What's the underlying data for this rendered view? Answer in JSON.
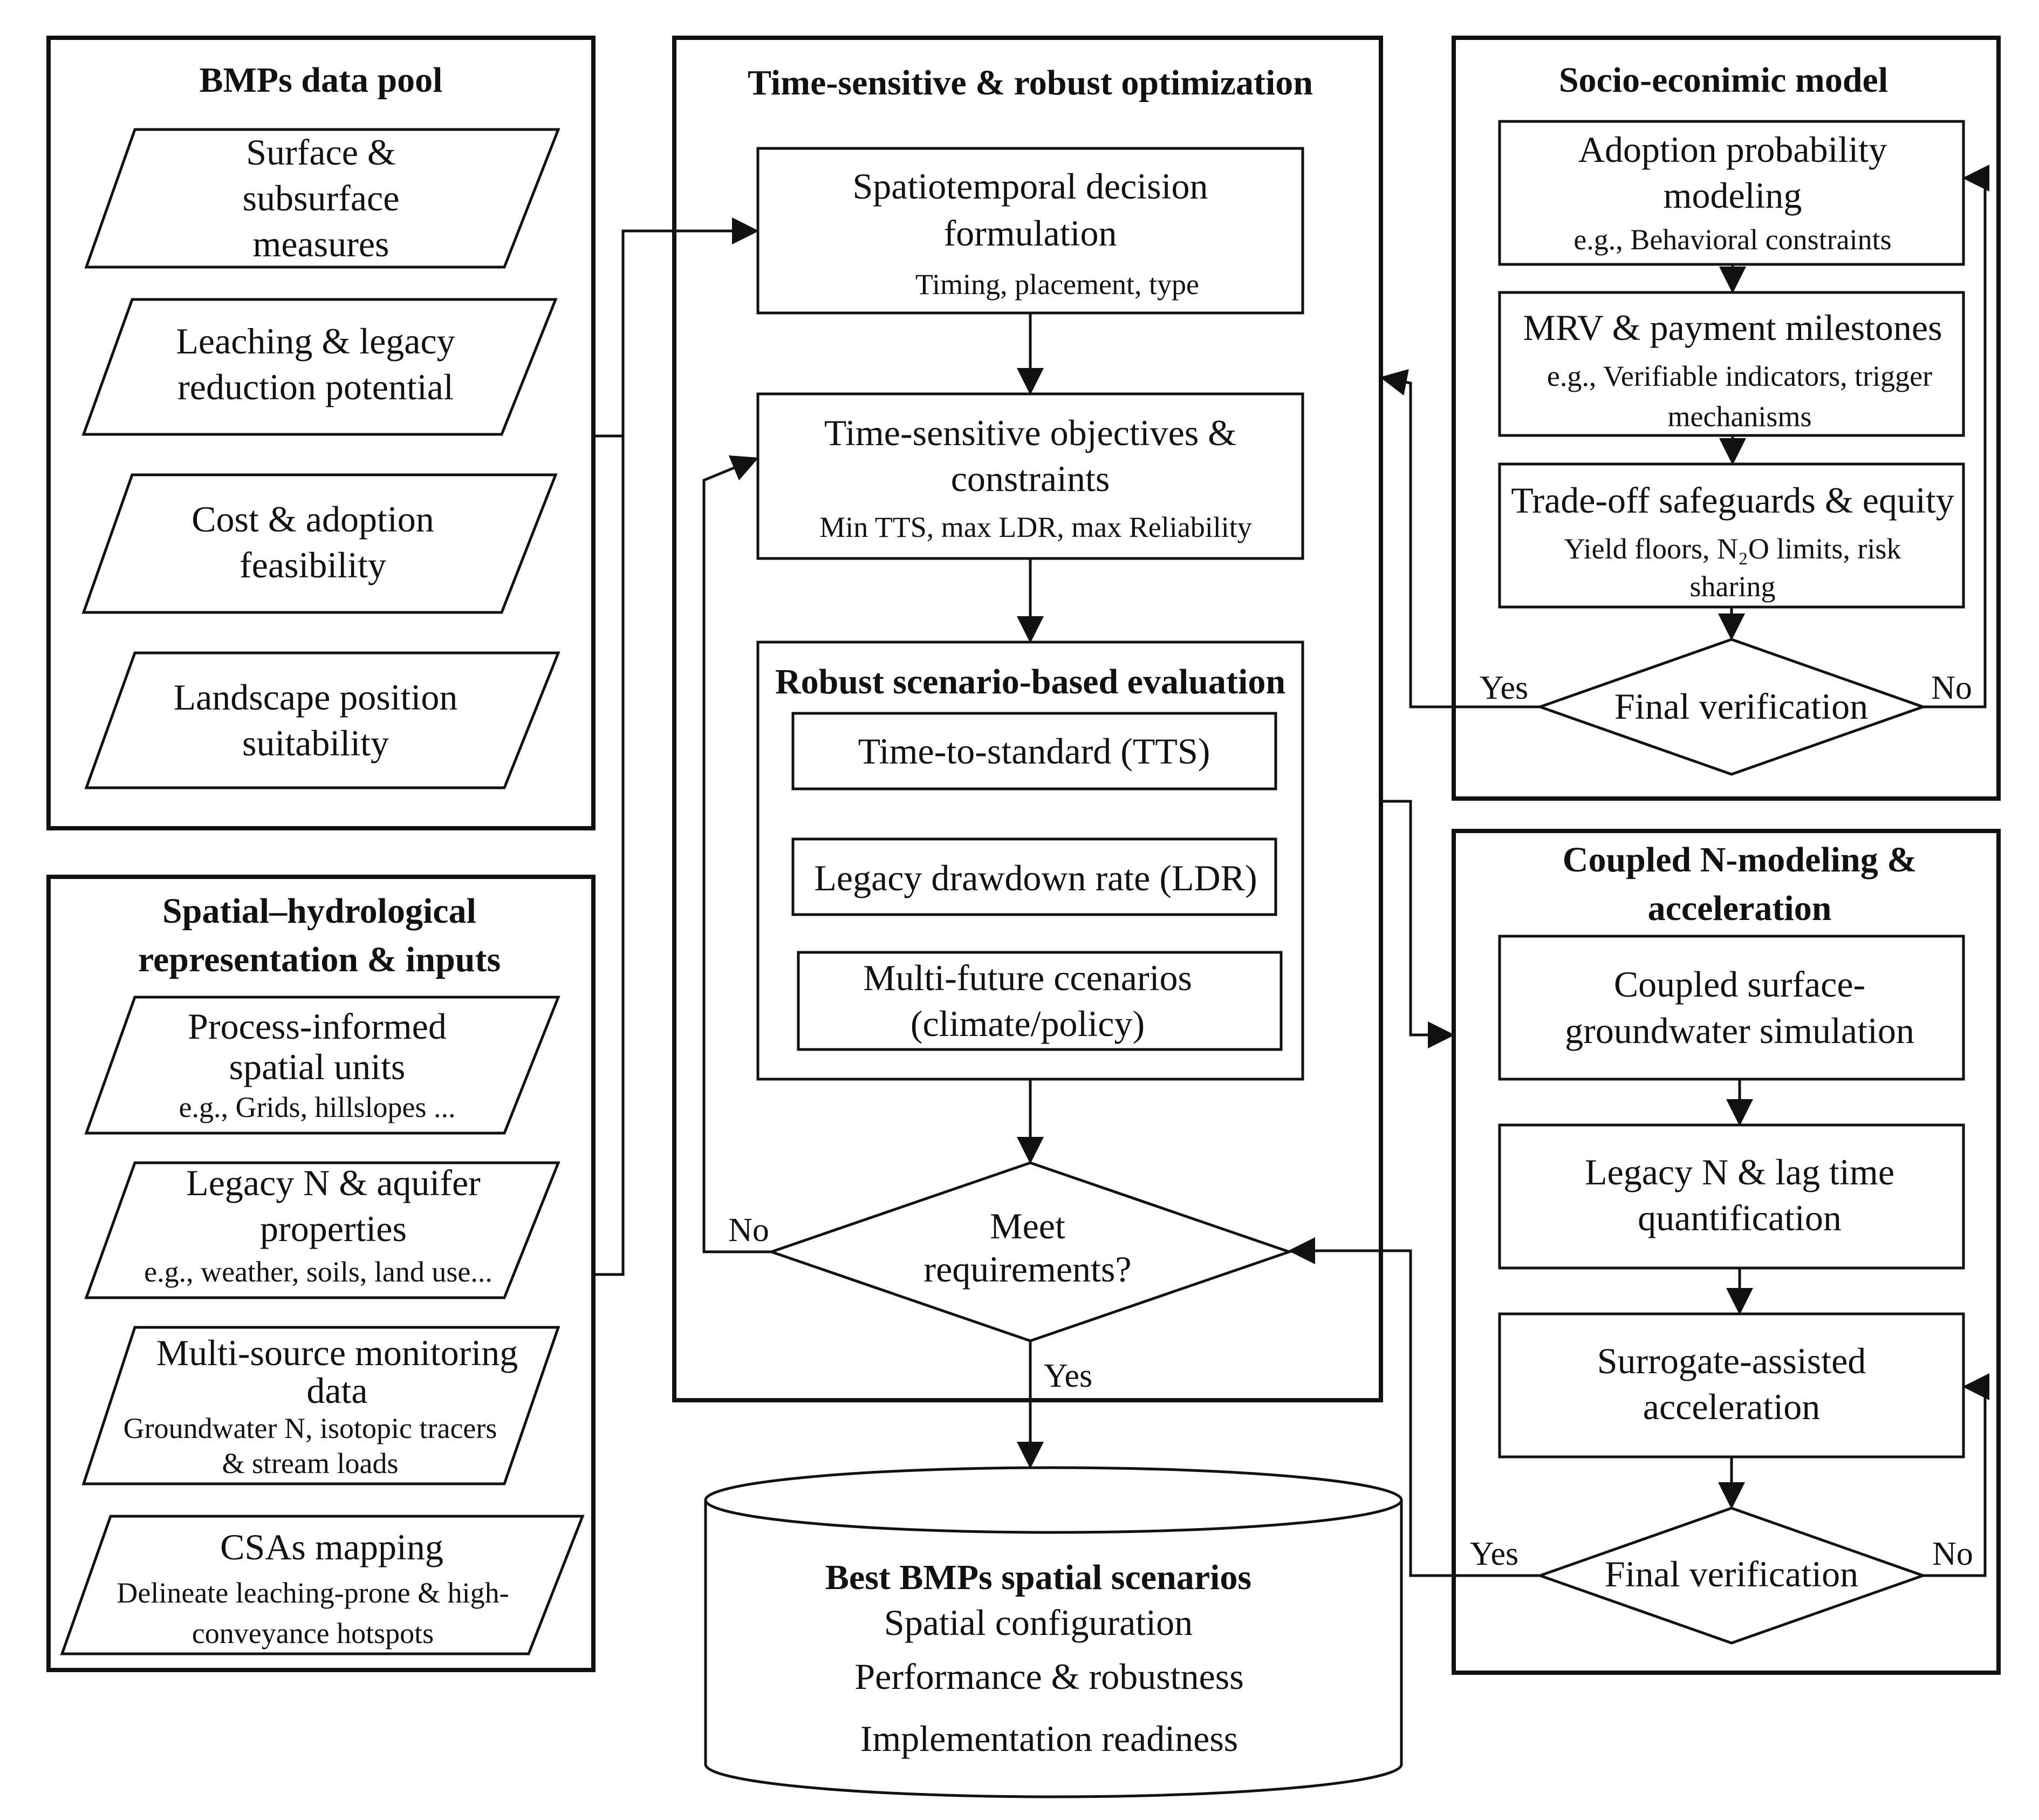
{
  "bmp_pool": {
    "title": "BMPs data pool",
    "items": [
      {
        "lines": [
          "Surface &",
          "subsurface",
          "measures"
        ],
        "sub": []
      },
      {
        "lines": [
          "Leaching & legacy",
          "reduction potential"
        ],
        "sub": []
      },
      {
        "lines": [
          "Cost & adoption",
          "feasibility"
        ],
        "sub": []
      },
      {
        "lines": [
          "Landscape position",
          "suitability"
        ],
        "sub": []
      }
    ]
  },
  "spatial": {
    "title": [
      "Spatial–hydrological",
      "representation & inputs"
    ],
    "items": [
      {
        "lines": [
          "Process-informed",
          "spatial units"
        ],
        "sub": [
          "e.g., Grids, hillslopes ..."
        ]
      },
      {
        "lines": [
          "Legacy N & aquifer",
          "properties"
        ],
        "sub": [
          "e.g., weather, soils, land use..."
        ]
      },
      {
        "lines": [
          "Multi-source monitoring",
          "data"
        ],
        "sub": [
          "Groundwater N, isotopic tracers",
          "& stream loads"
        ]
      },
      {
        "lines": [
          "CSAs mapping"
        ],
        "sub": [
          "Delineate leaching-prone & high-",
          "conveyance hotspots"
        ]
      }
    ]
  },
  "optimization": {
    "title": "Time-sensitive & robust optimization",
    "decision": {
      "lines": [
        "Spatiotemporal decision",
        "formulation"
      ],
      "sub": [
        "Timing, placement, type"
      ]
    },
    "objectives": {
      "lines": [
        "Time-sensitive objectives &",
        "constraints"
      ],
      "sub": [
        "Min TTS, max LDR, max Reliability"
      ]
    },
    "robust": {
      "title": "Robust scenario-based evaluation",
      "items": [
        {
          "lines": [
            "Time-to-standard (TTS)"
          ]
        },
        {
          "lines": [
            "Legacy drawdown rate (LDR)"
          ]
        },
        {
          "lines": [
            "Multi-future ccenarios",
            "(climate/policy)"
          ]
        }
      ]
    },
    "decision_node": {
      "lines": [
        "Meet",
        "requirements?"
      ],
      "yes": "Yes",
      "no": "No"
    }
  },
  "socio": {
    "title": "Socio-econimic model",
    "items": [
      {
        "lines": [
          "Adoption probability",
          "modeling"
        ],
        "sub": [
          "e.g., Behavioral constraints"
        ]
      },
      {
        "lines": [
          "MRV & payment milestones"
        ],
        "sub": [
          "e.g., Verifiable indicators, trigger",
          "mechanisms"
        ]
      },
      {
        "lines": [
          "Trade-off safeguards & equity"
        ],
        "sub": [
          "Yield floors, N₂O limits, risk",
          "sharing"
        ]
      }
    ],
    "verify": {
      "label": "Final verification",
      "yes": "Yes",
      "no": "No"
    }
  },
  "coupled": {
    "title": [
      "Coupled N-modeling &",
      "acceleration"
    ],
    "items": [
      {
        "lines": [
          "Coupled surface-",
          "groundwater simulation"
        ]
      },
      {
        "lines": [
          "Legacy N & lag time",
          "quantification"
        ]
      },
      {
        "lines": [
          "Surrogate-assisted",
          "acceleration"
        ]
      }
    ],
    "verify": {
      "label": "Final verification",
      "yes": "Yes",
      "no": "No"
    }
  },
  "result": {
    "title": "Best BMPs spatial scenarios",
    "lines": [
      "Spatial configuration",
      "Performance & robustness",
      "Implementation readiness"
    ]
  }
}
